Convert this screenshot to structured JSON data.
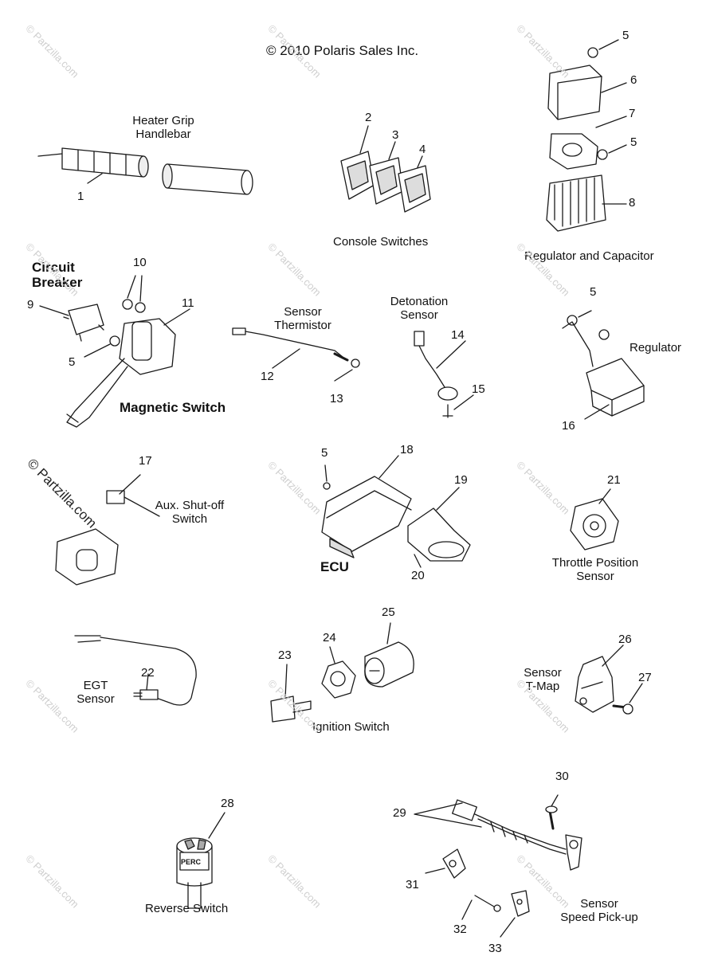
{
  "copyright": "© 2010 Polaris Sales Inc.",
  "corner_watermark": "© Partzilla.com",
  "watermark_text": "© Partzilla.com",
  "groups": {
    "heater_grip": "Heater Grip\nHandlebar",
    "console_switches": "Console Switches",
    "regulator_capacitor": "Regulator and Capacitor",
    "circuit_breaker": "Circuit\nBreaker",
    "magnetic_switch": "Magnetic Switch",
    "sensor_thermistor": "Sensor\nThermistor",
    "detonation_sensor": "Detonation\nSensor",
    "regulator": "Regulator",
    "aux_shutoff": "Aux. Shut-off\nSwitch",
    "ecu": "ECU",
    "throttle_position": "Throttle Position\nSensor",
    "egt_sensor": "EGT\nSensor",
    "ignition_switch": "Ignition Switch",
    "sensor_tmap": "Sensor\nT-Map",
    "reverse_switch": "Reverse Switch",
    "speed_pickup": "Sensor\nSpeed Pick-up",
    "perc_text": "PERC"
  },
  "callouts": [
    "1",
    "2",
    "3",
    "4",
    "5",
    "6",
    "7",
    "5",
    "8",
    "10",
    "9",
    "11",
    "5",
    "12",
    "13",
    "14",
    "15",
    "5",
    "16",
    "17",
    "5",
    "18",
    "19",
    "20",
    "21",
    "25",
    "24",
    "23",
    "22",
    "26",
    "27",
    "28",
    "30",
    "29",
    "31",
    "32",
    "33"
  ]
}
